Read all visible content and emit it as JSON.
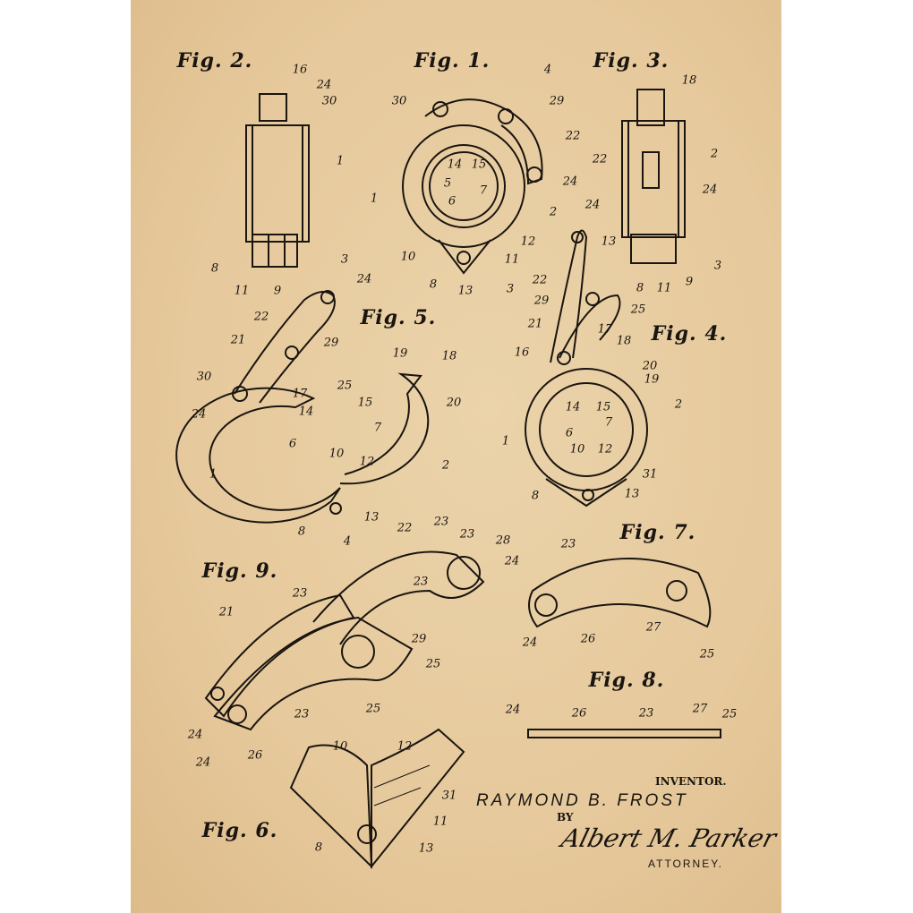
{
  "figures": [
    {
      "title": "Fig. 2.",
      "labels": [
        "16",
        "24",
        "30",
        "1",
        "3",
        "8",
        "11",
        "9"
      ]
    },
    {
      "title": "Fig. 1.",
      "labels": [
        "4",
        "30",
        "29",
        "22",
        "14",
        "15",
        "5",
        "6",
        "7",
        "1",
        "24",
        "2",
        "12",
        "10",
        "11",
        "8",
        "13",
        "3"
      ]
    },
    {
      "title": "Fig. 3.",
      "labels": [
        "18",
        "22",
        "2",
        "24",
        "13",
        "3",
        "8",
        "11",
        "9"
      ]
    },
    {
      "title": "Fig. 5.",
      "labels": [
        "24",
        "22",
        "21",
        "29",
        "30",
        "17",
        "14",
        "25",
        "24",
        "19",
        "18",
        "15",
        "20",
        "7",
        "6",
        "10",
        "12",
        "1",
        "2",
        "8",
        "13"
      ]
    },
    {
      "title": "Fig. 4.",
      "labels": [
        "24",
        "22",
        "29",
        "25",
        "21",
        "17",
        "18",
        "16",
        "20",
        "19",
        "14",
        "15",
        "7",
        "2",
        "6",
        "10",
        "12",
        "1",
        "31",
        "8",
        "13"
      ]
    },
    {
      "title": "Fig. 7.",
      "labels": [
        "23",
        "24",
        "26",
        "27",
        "25"
      ]
    },
    {
      "title": "Fig. 8.",
      "labels": [
        "24",
        "26",
        "23",
        "27",
        "25"
      ]
    },
    {
      "title": "Fig. 9.",
      "labels": [
        "4",
        "22",
        "23",
        "23",
        "28",
        "24",
        "23",
        "23",
        "21",
        "29",
        "25",
        "25",
        "23",
        "24",
        "24",
        "26"
      ]
    },
    {
      "title": "Fig. 6.",
      "labels": [
        "10",
        "12",
        "31",
        "11",
        "8",
        "13"
      ]
    }
  ],
  "signature_block": {
    "inventor_label": "INVENTOR.",
    "inventor_name": "RAYMOND B. FROST",
    "by_label": "BY",
    "signature": "Albert M. Parker",
    "attorney_label": "ATTORNEY."
  },
  "colors": {
    "paper": "#e6c99c",
    "ink": "#1a1510",
    "margin": "#ffffff"
  }
}
